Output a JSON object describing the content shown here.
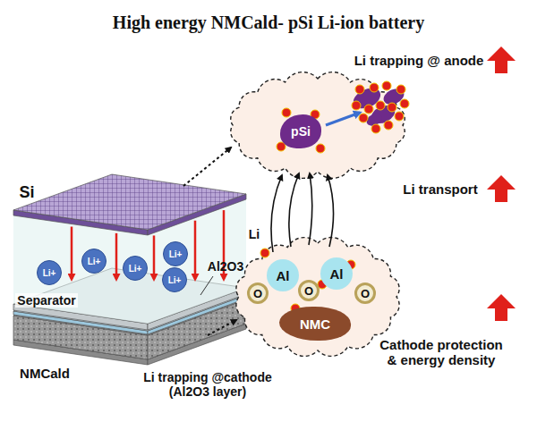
{
  "diagram": {
    "title": "High energy NMCald- pSi Li-ion battery",
    "nodes": [
      {
        "text": [
          "pSi"
        ]
      },
      {
        "text": [
          "Li+"
        ]
      },
      {
        "text": [
          "Li+"
        ]
      },
      {
        "text": [
          "Li+"
        ]
      },
      {
        "text": [
          "Li+"
        ]
      },
      {
        "text": [
          "Li+"
        ]
      },
      {
        "text": [
          "O"
        ]
      },
      {
        "text": [
          "Al"
        ]
      },
      {
        "text": [
          "O"
        ]
      },
      {
        "text": [
          "Al"
        ]
      },
      {
        "text": [
          "O"
        ]
      },
      {
        "text": [
          "NMC"
        ]
      }
    ],
    "labels": [
      "Si",
      "Al2O3",
      "Separator",
      "NMCald",
      "Li",
      "Li trapping @ anode",
      "Li transport",
      "Cathode protection & energy density",
      "Li trapping @cathode (Al2O3 layer)"
    ]
  }
}
